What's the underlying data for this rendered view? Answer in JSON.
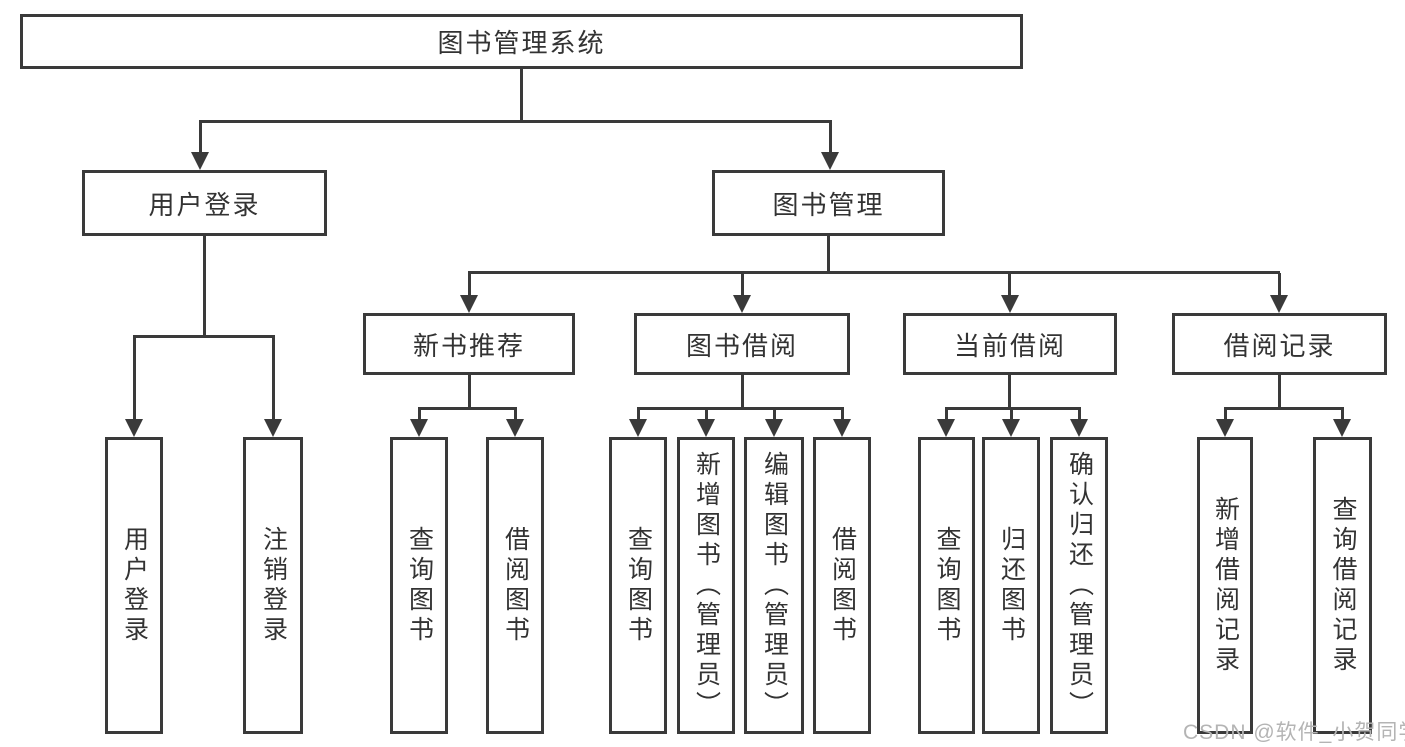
{
  "diagram": {
    "type": "hierarchy",
    "tree": {
      "root": {
        "label": "图书管理系统"
      },
      "children": [
        {
          "label": "用户登录",
          "children": [
            {
              "label": "用户登录"
            },
            {
              "label": "注销登录"
            }
          ]
        },
        {
          "label": "图书管理",
          "children": [
            {
              "label": "新书推荐",
              "children": [
                {
                  "label": "查询图书"
                },
                {
                  "label": "借阅图书"
                }
              ]
            },
            {
              "label": "图书借阅",
              "children": [
                {
                  "label": "查询图书"
                },
                {
                  "label": "新增图书（管理员）"
                },
                {
                  "label": "编辑图书（管理员）"
                },
                {
                  "label": "借阅图书"
                }
              ]
            },
            {
              "label": "当前借阅",
              "children": [
                {
                  "label": "查询图书"
                },
                {
                  "label": "归还图书"
                },
                {
                  "label": "确认归还（管理员）"
                }
              ]
            },
            {
              "label": "借阅记录",
              "children": [
                {
                  "label": "新增借阅记录"
                },
                {
                  "label": "查询借阅记录"
                }
              ]
            }
          ]
        }
      ]
    },
    "colors": {
      "line": "#3a3a3a",
      "text": "#333333",
      "box_fill": "#ffffff",
      "background": "#ffffff"
    }
  },
  "watermark": {
    "text": "CSDN @软件_小贺同学",
    "color": "#b4b4b4"
  }
}
